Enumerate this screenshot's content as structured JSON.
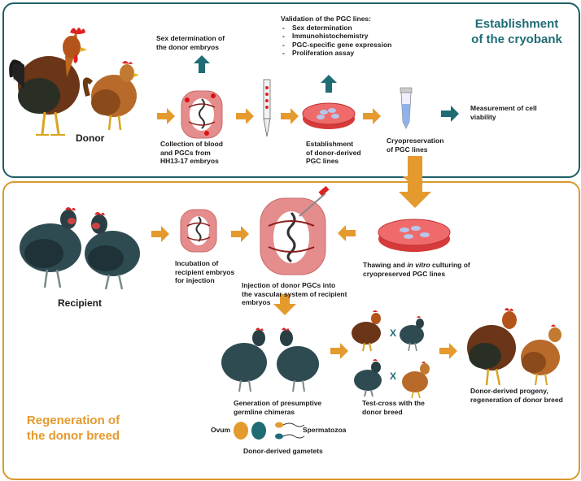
{
  "titles": {
    "establishment_line1": "Establishment",
    "establishment_line2": "of the cryobank",
    "regeneration_line1": "Regeneration of",
    "regeneration_line2": "the donor breed"
  },
  "labels": {
    "donor": "Donor",
    "recipient": "Recipient",
    "sex_determination_line1": "Sex determination of",
    "sex_determination_line2": "the donor embryos",
    "validation_heading": "Validation of the PGC lines:",
    "validation_items": [
      "Sex determination",
      "Immunohistochemistry",
      "PGC-specific gene expression",
      "Proliferation assay"
    ],
    "collection_line1": "Collection of blood",
    "collection_line2": "and PGCs from",
    "collection_line3": "HH13-17 embryos",
    "establishment_pgc_line1": "Establishment",
    "establishment_pgc_line2": "of donor-derived",
    "establishment_pgc_line3": "PGC lines",
    "cryo_line1": "Cryopreservation",
    "cryo_line2": "of PGC lines",
    "viability_line1": "Measurement of cell",
    "viability_line2": "viability",
    "incubation_line1": "Incubation of",
    "incubation_line2": "recipient embryos",
    "incubation_line3": "for injection",
    "injection_line1": "Injection of donor PGCs into",
    "injection_line2": "the vascular system of recipient",
    "injection_line3": "embryos",
    "thawing_pre": "Thawing and ",
    "thawing_italic": "in vitro",
    "thawing_post": " culturing of",
    "thawing_line2": "cryopreserved PGC lines",
    "chimeras_line1": "Generation of presumptive",
    "chimeras_line2": "germline chimeras",
    "testcross_line1": "Test-cross with the",
    "testcross_line2": "donor breed",
    "progeny_line1": "Donor-derived progeny,",
    "progeny_line2": "regeneration of donor breed",
    "ovum": "Ovum",
    "spermatozoa": "Spermatozoa",
    "gametes": "Donor-derived gametets",
    "cross_x": "X"
  },
  "colors": {
    "teal": "#1f6c75",
    "orange": "#e59a2e",
    "embryo": "#e58c8c",
    "dish": "#e04a4a"
  }
}
